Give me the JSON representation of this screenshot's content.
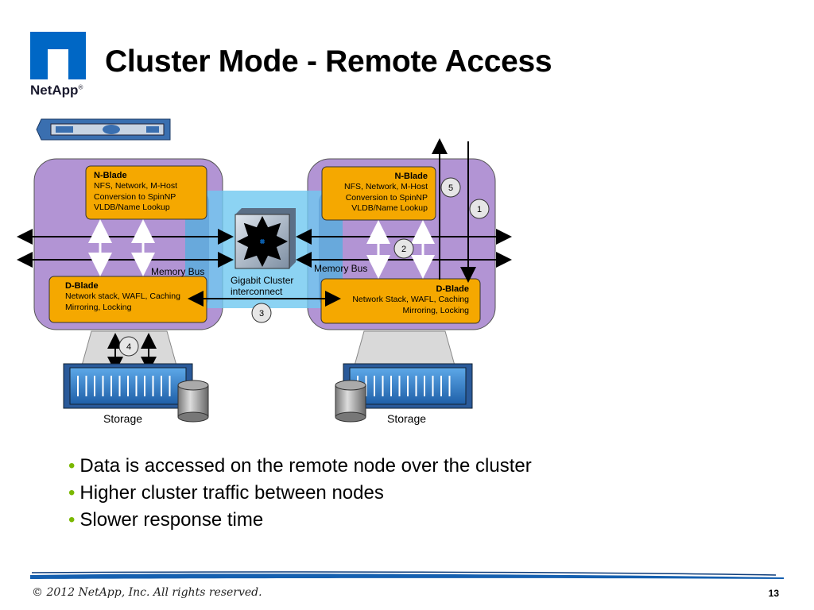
{
  "slide": {
    "title": "Cluster Mode - Remote Access",
    "brand": "NetApp",
    "brand_mark": "®",
    "footer": "© 2012 NetApp, Inc.  All rights reserved.",
    "page_number": "13"
  },
  "diagram": {
    "left_node": {
      "nblade": {
        "title": "N-Blade",
        "lines": [
          "NFS, Network, M-Host",
          "Conversion to SpinNP",
          "VLDB/Name Lookup"
        ]
      },
      "dblade": {
        "title": "D-Blade",
        "lines": [
          "Network stack, WAFL, Caching",
          "Mirroring, Locking"
        ]
      },
      "memory_bus": "Memory Bus",
      "storage": "Storage"
    },
    "right_node": {
      "nblade": {
        "title": "N-Blade",
        "lines": [
          "NFS, Network, M-Host",
          "Conversion to SpinNP",
          "VLDB/Name Lookup"
        ]
      },
      "dblade": {
        "title": "D-Blade",
        "lines": [
          "Network Stack, WAFL, Caching",
          "Mirroring, Locking"
        ]
      },
      "memory_bus": "Memory Bus",
      "storage": "Storage"
    },
    "interconnect": {
      "line1": "Gigabit Cluster",
      "line2": "interconnect"
    },
    "steps": [
      "1",
      "2",
      "3",
      "4",
      "5"
    ],
    "colors": {
      "node": "#b294d4",
      "blade": "#f5a800",
      "interconnect": "#6fc8f0",
      "accent": "#0a5ca8"
    }
  },
  "bullets": [
    "Data is accessed on the remote node over the  cluster",
    "Higher cluster traffic between nodes",
    "Slower response time"
  ]
}
